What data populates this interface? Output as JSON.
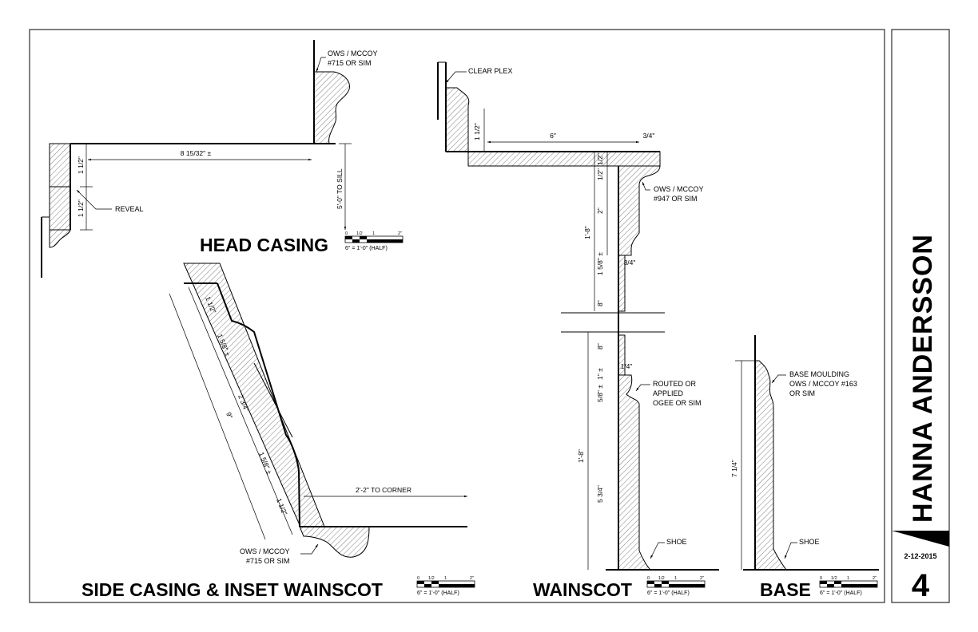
{
  "sheet": {
    "project_name": "HANNA ANDERSSON",
    "date": "2-12-2015",
    "page_number": "4"
  },
  "scale_bar": {
    "ticks": [
      "0",
      "1/2",
      "1",
      "2\""
    ],
    "label": "6\" = 1'-0\" (HALF)"
  },
  "head_casing": {
    "title": "HEAD CASING",
    "note_top_1": "OWS / MCCOY",
    "note_top_2": "#715 OR SIM",
    "note_reveal": "REVEAL",
    "dim_width": "8 15/32\" ±",
    "dim_a": "1 1/2\"",
    "dim_b": "1 1/2\"",
    "dim_sill": "5'-0\" TO SILL"
  },
  "side_casing": {
    "title": "SIDE CASING & INSET WAINSCOT",
    "note_1": "OWS / MCCOY",
    "note_2": "#715 OR SIM",
    "dim_corner": "2'-2\" TO CORNER",
    "dim_total": "9\"",
    "dim_1": "1 1/2\"",
    "dim_2": "1 5/8\" ±",
    "dim_3": "2 3/4\"",
    "dim_4": "1 5/8\" ±",
    "dim_5": "1 1/2\""
  },
  "wainscot": {
    "title": "WAINSCOT",
    "note_plex": "CLEAR PLEX",
    "note_cap_1": "OWS / MCCOY",
    "note_cap_2": "#947 OR SIM",
    "note_ogee_1": "ROUTED OR",
    "note_ogee_2": "APPLIED",
    "note_ogee_3": "OGEE OR SIM",
    "note_shoe": "SHOE",
    "dim_6": "6\"",
    "dim_34_top": "3/4\"",
    "dim_112": "1 1/2\"",
    "dim_12a": "1/2\"",
    "dim_12b": "1/2\"",
    "dim_2": "2\"",
    "dim_158_top": "1 5/8\" ±",
    "dim_34_mid": "3/4\"",
    "dim_8a": "8\"",
    "dim_8b": "8\"",
    "dim_1": "1\" ±",
    "dim_14": "1/4\"",
    "dim_58": "5/8\" ±",
    "dim_18_top": "1'-8\"",
    "dim_18_bot": "1'-8\"",
    "dim_534": "5 3/4\""
  },
  "base": {
    "title": "BASE",
    "note_1": "BASE MOULDING",
    "note_2": "OWS / MCCOY #163",
    "note_3": "OR SIM",
    "note_shoe": "SHOE",
    "dim_height": "7 1/4\""
  }
}
